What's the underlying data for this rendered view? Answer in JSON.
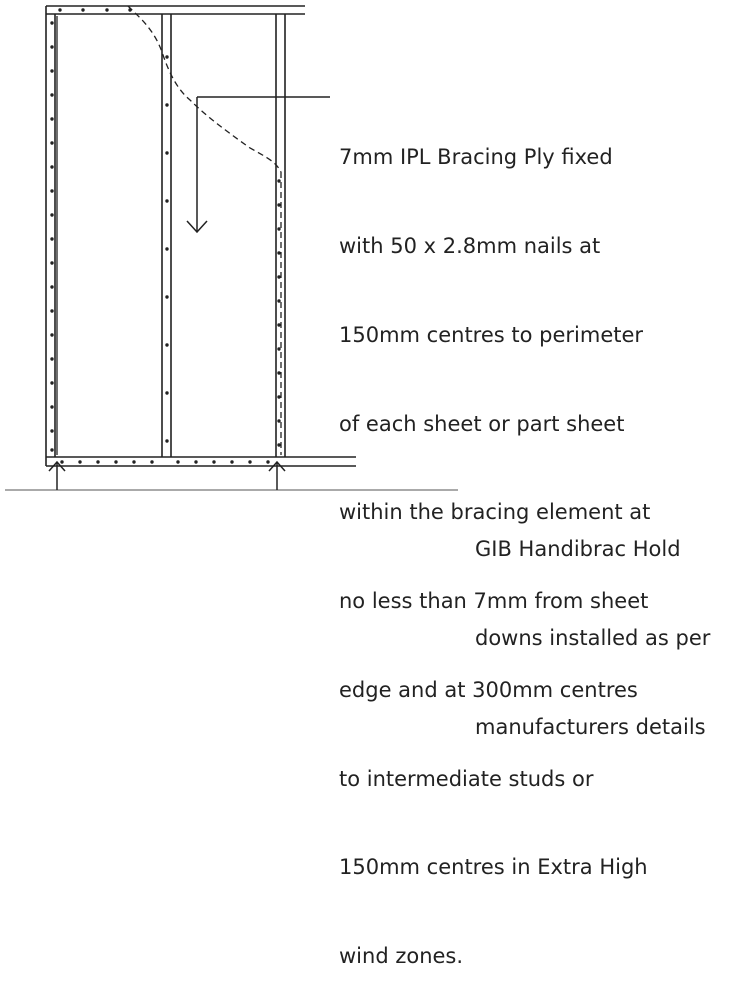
{
  "annotations": {
    "bracing_ply": {
      "lines": [
        "7mm IPL Bracing Ply fixed",
        "with 50 x 2.8mm nails at",
        "150mm centres to perimeter",
        "of each sheet or part sheet",
        "within the bracing element at",
        "no less than 7mm from sheet",
        "edge and at 300mm centres",
        "to intermediate studs or",
        "150mm centres in Extra High",
        "wind zones."
      ]
    },
    "hold_downs": {
      "lines": [
        "GIB Handibrac Hold",
        "downs installed as per",
        "manufacturers details"
      ]
    }
  },
  "colors": {
    "line": "#222222",
    "text": "#222222",
    "leader": "#555555"
  }
}
